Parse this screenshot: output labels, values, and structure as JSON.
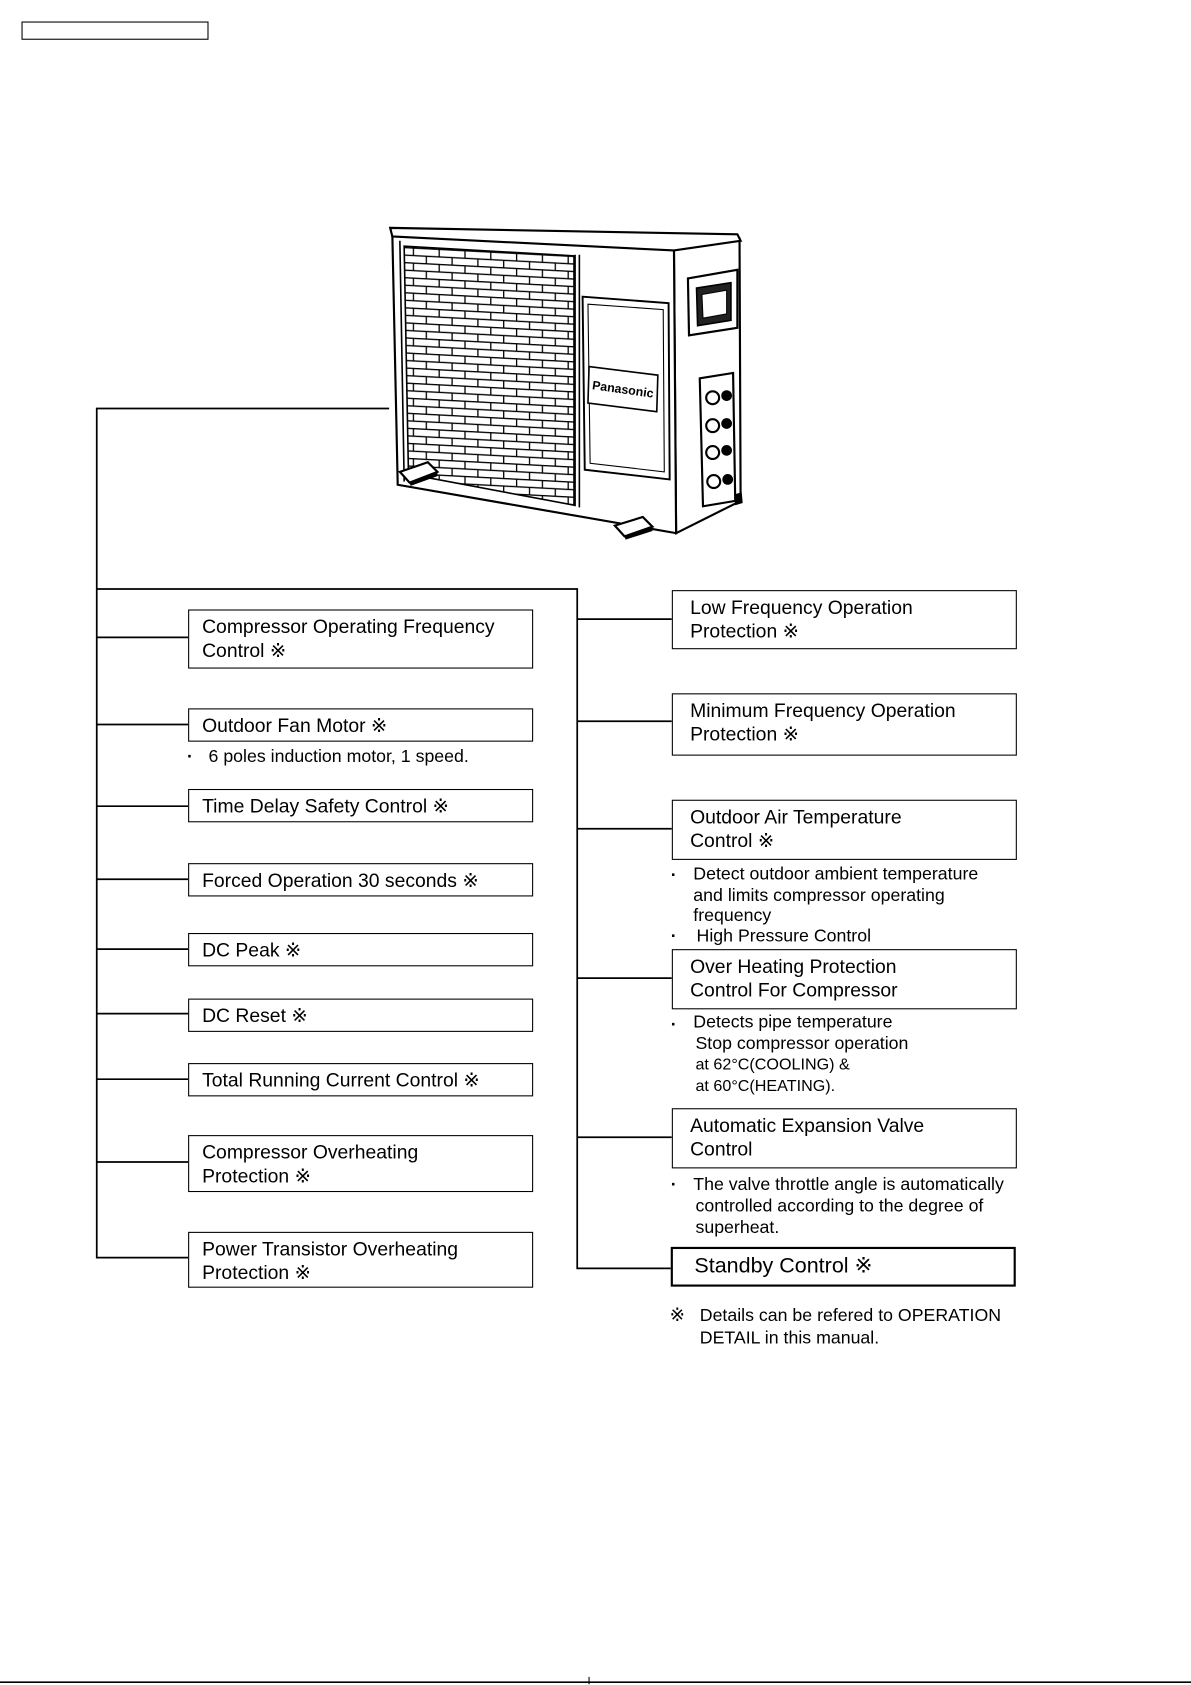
{
  "unit": {
    "brand": "Panasonic"
  },
  "bullet": "·",
  "left_blocks": [
    {
      "lines": [
        "Compressor Operating Frequency",
        "Control ※"
      ]
    },
    {
      "lines": [
        "Outdoor Fan Motor ※"
      ],
      "notes": [
        "6 poles induction motor, 1 speed."
      ]
    },
    {
      "lines": [
        "Time Delay Safety Control ※"
      ]
    },
    {
      "lines": [
        "Forced Operation 30 seconds ※"
      ]
    },
    {
      "lines": [
        "DC Peak ※"
      ]
    },
    {
      "lines": [
        "DC Reset ※"
      ]
    },
    {
      "lines": [
        "Total Running Current Control ※"
      ]
    },
    {
      "lines": [
        "Compressor Overheating",
        "Protection ※"
      ]
    },
    {
      "lines": [
        "Power Transistor Overheating",
        "Protection ※"
      ]
    }
  ],
  "right_blocks": [
    {
      "lines": [
        "Low Frequency Operation",
        "Protection ※"
      ]
    },
    {
      "lines": [
        "Minimum Frequency Operation",
        "Protection ※"
      ]
    },
    {
      "lines": [
        "Outdoor Air Temperature",
        "Control ※"
      ],
      "notes": [
        "Detect outdoor ambient temperature",
        "and limits compressor operating",
        "frequency"
      ]
    },
    {
      "above_note": "High Pressure Control",
      "lines": [
        "Over Heating Protection",
        "Control For Compressor"
      ],
      "notes": [
        "Detects pipe temperature",
        "Stop compressor operation",
        "at 62°C(COOLING) &",
        "at 60°C(HEATING)."
      ]
    },
    {
      "lines": [
        "Automatic Expansion Valve",
        "Control"
      ],
      "notes": [
        "The valve throttle angle is automatically",
        "controlled according to the degree of",
        "superheat."
      ]
    },
    {
      "lines": [
        "Standby Control ※"
      ]
    }
  ],
  "footnote": {
    "symbol": "※",
    "lines": [
      "Details can be refered to OPERATION",
      "DETAIL in this manual."
    ]
  }
}
